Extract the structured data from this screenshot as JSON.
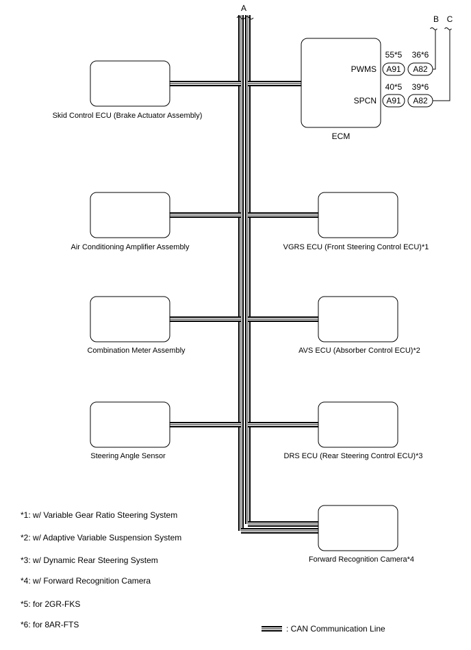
{
  "bus": {
    "top_label": "A"
  },
  "ecm": {
    "label": "ECM",
    "pins": [
      {
        "name": "PWMS",
        "conn_a": "A91",
        "num_a": "55*5",
        "conn_b": "A82",
        "num_b": "36*6"
      },
      {
        "name": "SPCN",
        "conn_a": "A91",
        "num_a": "40*5",
        "conn_b": "A82",
        "num_b": "39*6"
      }
    ],
    "terminals": [
      "B",
      "C"
    ]
  },
  "left_ecus": [
    {
      "label": "Skid Control ECU (Brake Actuator Assembly)"
    },
    {
      "label": "Air Conditioning Amplifier Assembly"
    },
    {
      "label": "Combination Meter Assembly"
    },
    {
      "label": "Steering Angle Sensor"
    }
  ],
  "right_ecus": [
    {
      "label": "VGRS ECU (Front Steering Control ECU)*1"
    },
    {
      "label": "AVS ECU (Absorber Control ECU)*2"
    },
    {
      "label": "DRS ECU (Rear Steering Control ECU)*3"
    },
    {
      "label": "Forward Recognition Camera*4"
    }
  ],
  "notes": [
    "*1: w/ Variable Gear Ratio Steering System",
    "*2: w/ Adaptive Variable Suspension System",
    "*3: w/ Dynamic Rear Steering System",
    "*4: w/ Forward Recognition Camera",
    "*5: for 2GR-FKS",
    "*6: for 8AR-FTS"
  ],
  "legend": {
    "label": ": CAN Communication Line"
  }
}
